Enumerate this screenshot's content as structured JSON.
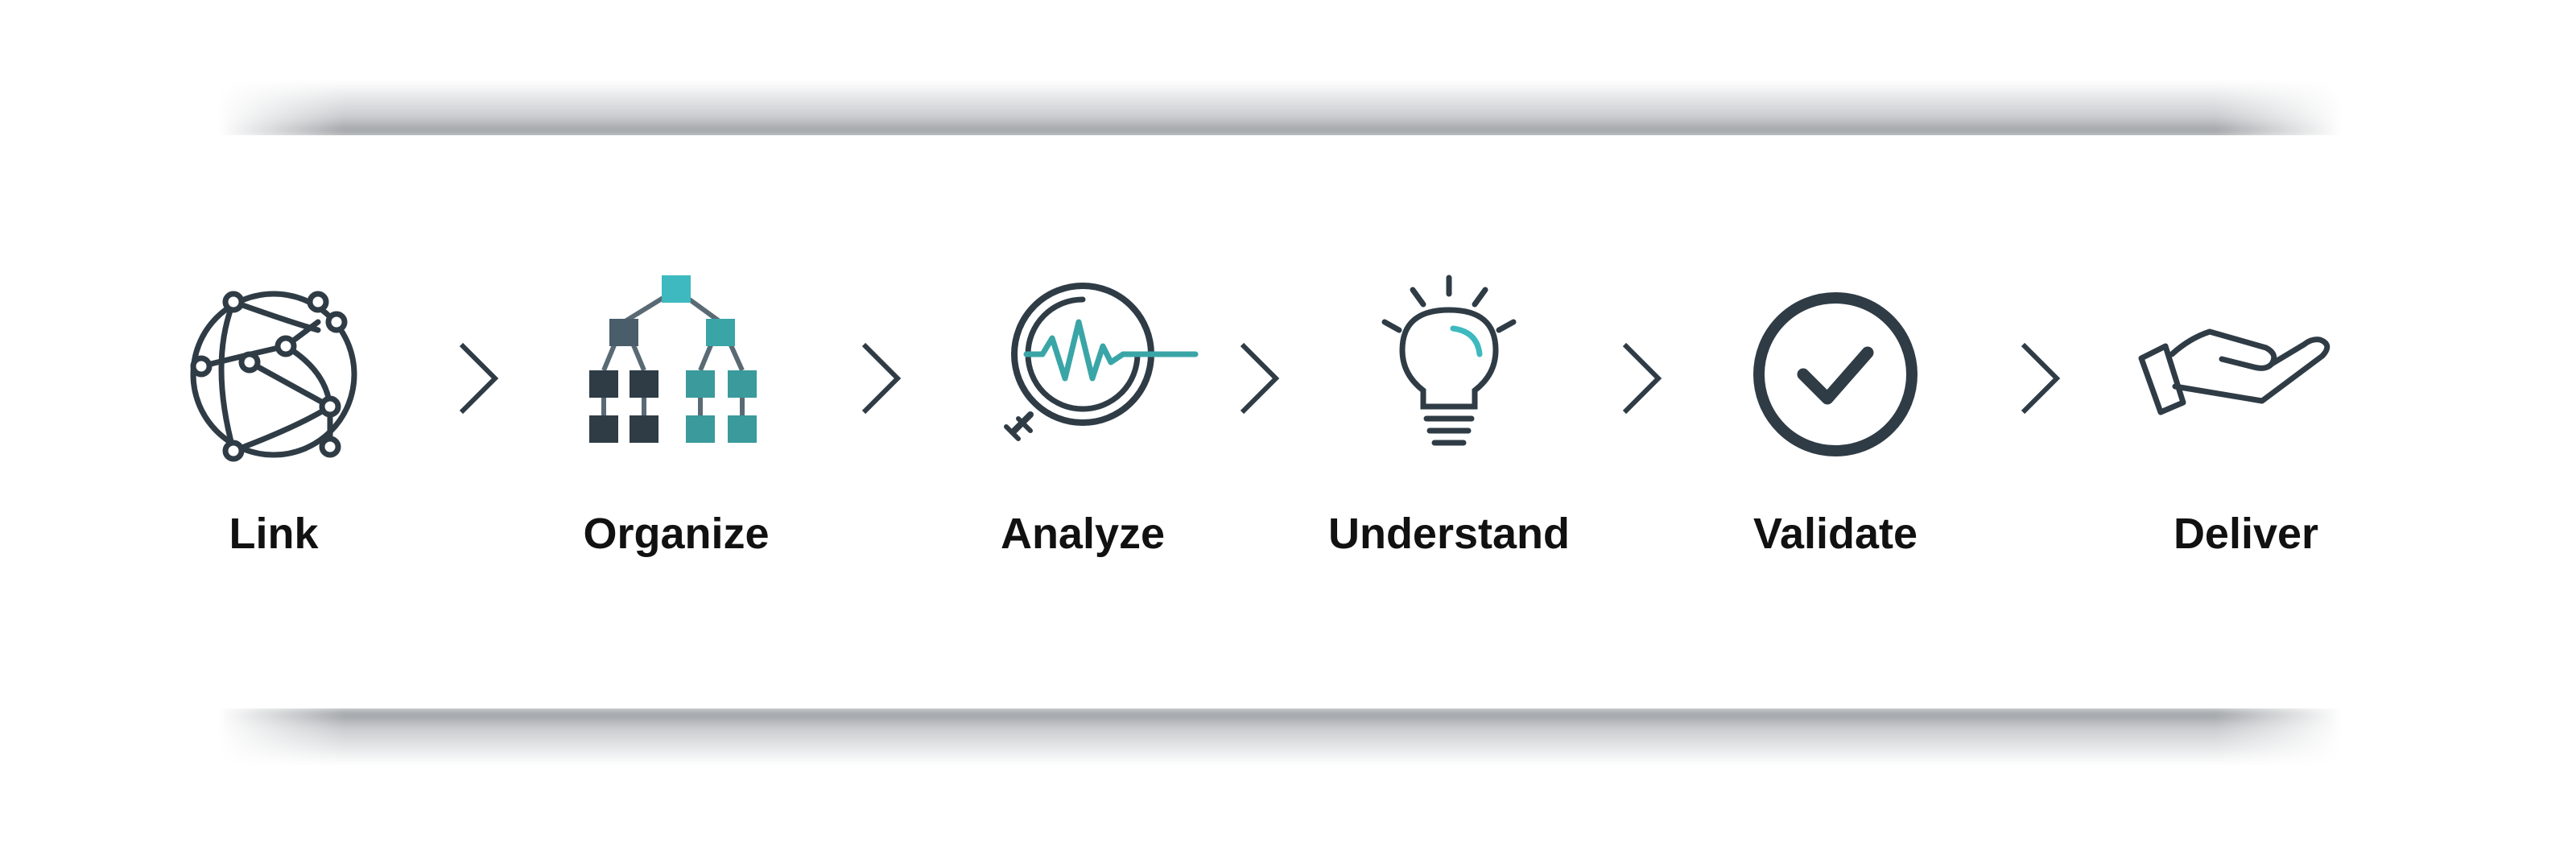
{
  "colors": {
    "dark": "#2f3c46",
    "teal": "#3aa5a7",
    "slate": "#4a5d6b"
  },
  "steps": [
    {
      "label": "Link",
      "icon": "globe-network-icon"
    },
    {
      "label": "Organize",
      "icon": "org-chart-icon"
    },
    {
      "label": "Analyze",
      "icon": "magnifier-signal-icon"
    },
    {
      "label": "Understand",
      "icon": "lightbulb-icon"
    },
    {
      "label": "Validate",
      "icon": "check-circle-icon"
    },
    {
      "label": "Deliver",
      "icon": "hand-deliver-icon"
    }
  ],
  "separator_icon": "chevron-right-icon"
}
